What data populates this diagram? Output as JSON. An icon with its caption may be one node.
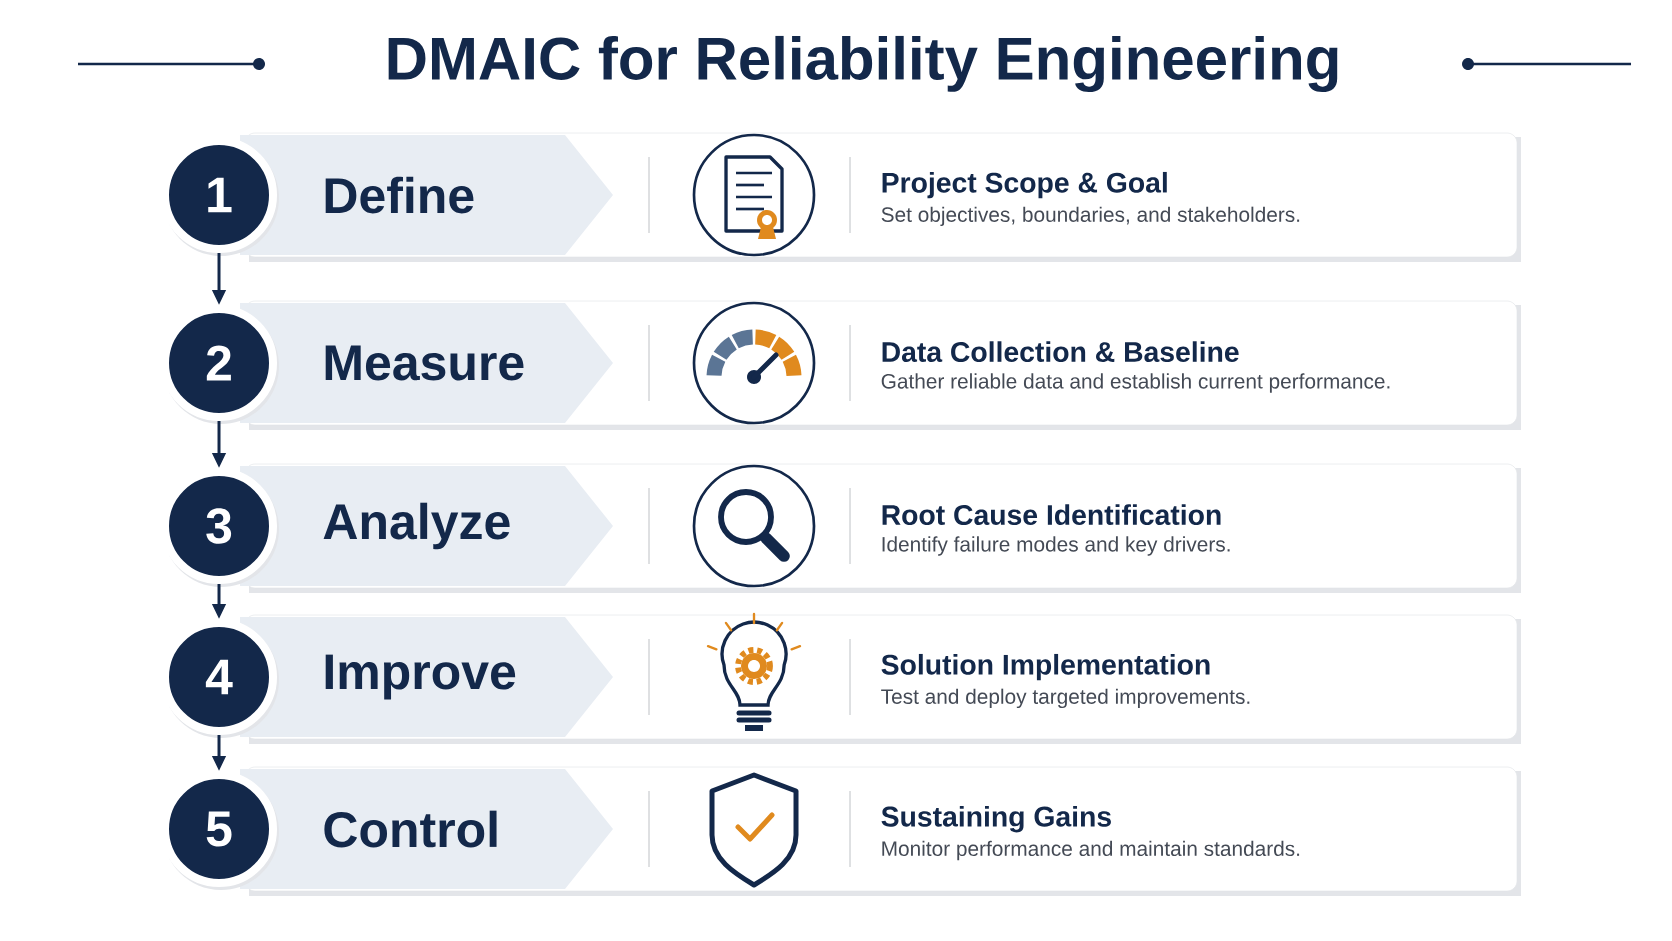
{
  "diagram": {
    "title": "DMAIC for Reliability Engineering",
    "nodes": [
      {
        "text": [
          "1"
        ]
      },
      {
        "text": [
          "Define"
        ]
      },
      {
        "text": [
          "Project Scope & Goal",
          "Set objectives, boundaries, and stakeholders."
        ]
      },
      {
        "text": [
          "2"
        ]
      },
      {
        "text": [
          "Measure"
        ]
      },
      {
        "text": [
          "Data Collection & Baseline",
          "Gather reliable data and establish current performance."
        ]
      },
      {
        "text": [
          "3"
        ]
      },
      {
        "text": [
          "Analyze"
        ]
      },
      {
        "text": [
          "Root Cause Identification",
          "Identify failure modes and key drivers."
        ]
      },
      {
        "text": [
          "4"
        ]
      },
      {
        "text": [
          "Improve"
        ]
      },
      {
        "text": [
          "Solution Implementation",
          "Test and deploy targeted improvements."
        ]
      },
      {
        "text": [
          "5"
        ]
      },
      {
        "text": [
          "Control"
        ]
      },
      {
        "text": [
          "Sustaining Gains",
          "Monitor performance and maintain standards."
        ]
      }
    ],
    "edges": [
      {
        "from": 0,
        "to": 3,
        "arrow": "to"
      },
      {
        "from": 3,
        "to": 6,
        "arrow": "to"
      },
      {
        "from": 6,
        "to": 9,
        "arrow": "to"
      },
      {
        "from": 9,
        "to": 12,
        "arrow": "to"
      }
    ]
  }
}
